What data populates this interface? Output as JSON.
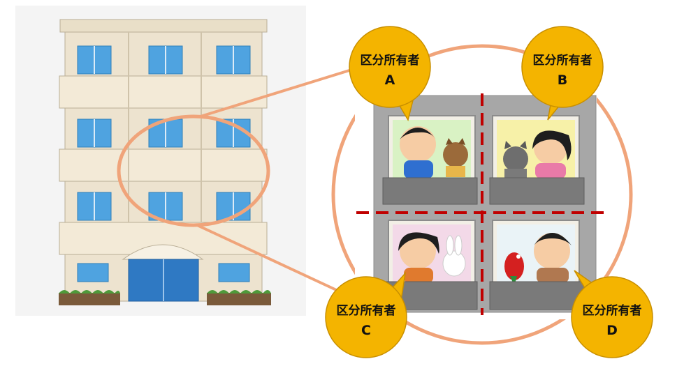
{
  "owners": [
    {
      "line1": "区分所有者",
      "line2": "A"
    },
    {
      "line1": "区分所有者",
      "line2": "B"
    },
    {
      "line1": "区分所有者",
      "line2": "C"
    },
    {
      "line1": "区分所有者",
      "line2": "D"
    }
  ],
  "colors": {
    "bubble": "#F4B400",
    "bubble_stroke": "#C88F00",
    "highlight": "#F0A47A",
    "divider": "#C00000",
    "building_wall": "#EDE3CF",
    "window": "#4FA3E0",
    "door": "#2F79C3",
    "balcony": "#7A7A7A",
    "frame": "#9A9A9A"
  },
  "icons": [
    "apartment-building-illustration",
    "unit-cross-section-illustration",
    "speech-bubble-icon"
  ]
}
